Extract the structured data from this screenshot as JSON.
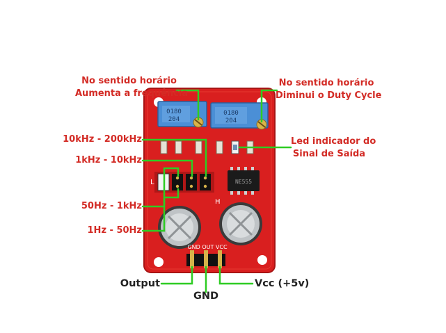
{
  "colors": {
    "annotation_red": "#d32b25",
    "annotation_black": "#222222",
    "leader_line_green": "#2ecc23",
    "pcb_red": "#d91f1f",
    "trimpot_blue": "#4b8fd6",
    "capacitor_silver": "#bfc3c6",
    "header_pin_gold": "#d6b24a"
  },
  "annotations": {
    "pot_left": {
      "line1": "No sentido horário",
      "line2": "Aumenta a frequência"
    },
    "pot_right": {
      "line1": "No sentido horário",
      "line2": "Diminui o Duty Cycle"
    },
    "led": {
      "line1": "Led indicador do",
      "line2": "Sinal de Saída"
    },
    "ranges": {
      "r1": "10kHz - 200kHz",
      "r2": "1kHz - 10kHz",
      "r3": "50Hz - 1kHz",
      "r4": "1Hz - 50Hz"
    },
    "pins": {
      "output": "Output",
      "gnd": "GND",
      "vcc": "Vcc (+5v)"
    }
  },
  "pcb_markings": {
    "pot_code_left": "204",
    "pot_code_right": "204",
    "pot_serial": "0180",
    "chip_text": "NE555",
    "silk_L": "L",
    "silk_H": "H",
    "silk_pins": "GND OUT VCC"
  },
  "icons": {
    "trimmer_pot": "trimmer-potentiometer-icon",
    "electrolytic_cap": "electrolytic-capacitor-icon",
    "ic_chip": "ic-chip-icon",
    "led": "led-icon",
    "jumper": "jumper-icon",
    "header_pin": "header-pin-icon"
  }
}
